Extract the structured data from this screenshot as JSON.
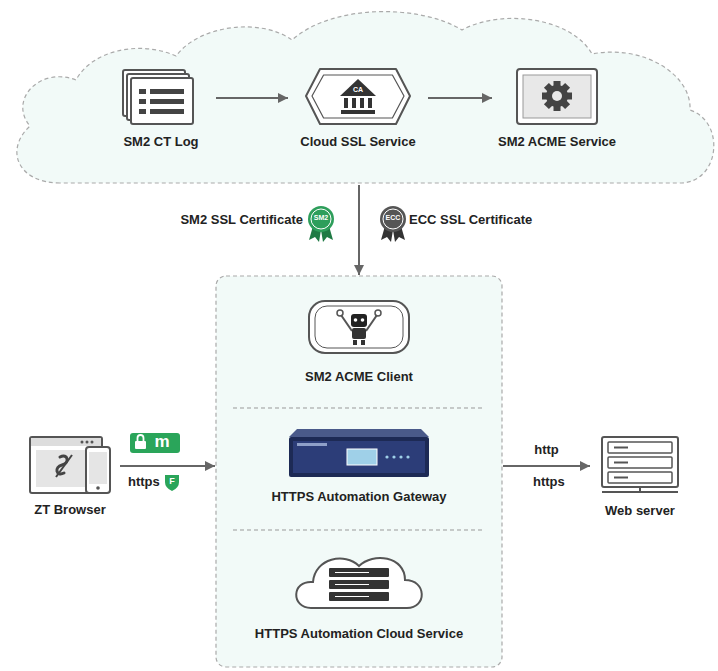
{
  "diagram": {
    "nodes": [
      {
        "text": []
      },
      {
        "text": [
          "SM2 CT Log"
        ],
        "in": 0
      },
      {
        "text": [
          "Cloud SSL Service"
        ],
        "in": 0
      },
      {
        "text": [
          "SM2 ACME Service"
        ],
        "in": 0
      },
      {
        "text": []
      },
      {
        "text": [
          "SM2 ACME Client"
        ],
        "in": 4
      },
      {
        "text": [
          "HTTPS Automation Gateway"
        ],
        "in": 4
      },
      {
        "text": [
          "HTTPS Automation Cloud Service"
        ],
        "in": 4
      },
      {
        "text": [
          "ZT Browser"
        ]
      },
      {
        "text": [
          "Web server"
        ]
      }
    ],
    "edges": [
      {
        "from": 1,
        "to": 2,
        "arrow": "to"
      },
      {
        "from": 2,
        "to": 3,
        "arrow": "to"
      },
      {
        "from": 0,
        "to": 4,
        "arrow": "to"
      },
      {
        "from": 8,
        "to": 4,
        "arrow": "to",
        "label": "https"
      },
      {
        "from": 4,
        "to": 9,
        "arrow": "to",
        "label": "http"
      }
    ],
    "labels": [
      "CA",
      "SM2 SSL Certificate",
      "SM2",
      "ECC",
      "ECC SSL Certificate",
      "m",
      "F",
      "https"
    ]
  }
}
